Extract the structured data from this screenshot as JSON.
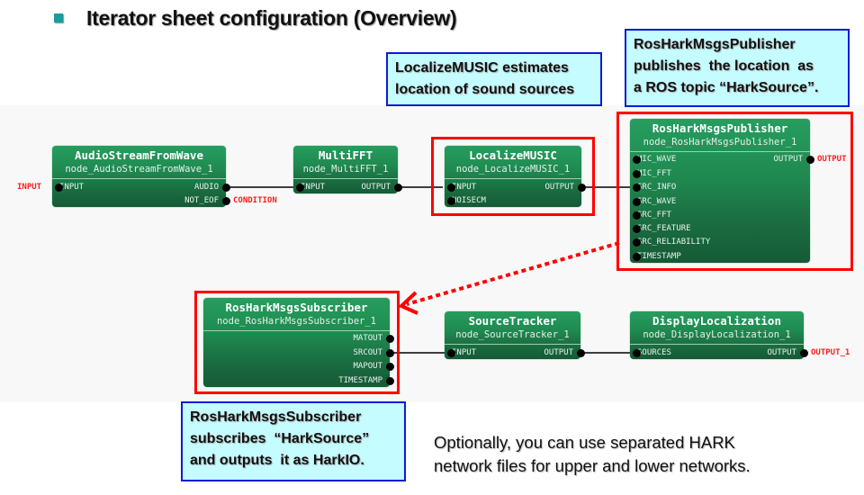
{
  "title": "Iterator sheet configuration (Overview)",
  "colors": {
    "bullet": "#1a9c9c",
    "node": "#1f8a50",
    "highlight": "#ff0000",
    "note_bg": "#c4fcff",
    "note_border": "#0a1cd8",
    "external_label": "#ff1a1a"
  },
  "nodes": {
    "audio": {
      "name": "AudioStreamFromWave",
      "id": "node_AudioStreamFromWave_1",
      "inputs": [
        "INPUT"
      ],
      "outputs": [
        "AUDIO",
        "NOT_EOF"
      ]
    },
    "fft": {
      "name": "MultiFFT",
      "id": "node_MultiFFT_1",
      "inputs": [
        "INPUT"
      ],
      "outputs": [
        "OUTPUT"
      ]
    },
    "music": {
      "name": "LocalizeMUSIC",
      "id": "node_LocalizeMUSIC_1",
      "inputs": [
        "INPUT",
        "NOISECM"
      ],
      "outputs": [
        "OUTPUT"
      ]
    },
    "pub": {
      "name": "RosHarkMsgsPublisher",
      "id": "node_RosHarkMsgsPublisher_1",
      "inputs": [
        "MIC_WAVE",
        "MIC_FFT",
        "SRC_INFO",
        "SRC_WAVE",
        "SRC_FFT",
        "SRC_FEATURE",
        "SRC_RELIABILITY",
        "TIMESTAMP"
      ],
      "outputs": [
        "OUTPUT"
      ]
    },
    "sub": {
      "name": "RosHarkMsgsSubscriber",
      "id": "node_RosHarkMsgsSubscriber_1",
      "inputs": [],
      "outputs": [
        "MATOUT",
        "SRCOUT",
        "MAPOUT",
        "TIMESTAMP"
      ]
    },
    "tracker": {
      "name": "SourceTracker",
      "id": "node_SourceTracker_1",
      "inputs": [
        "INPUT"
      ],
      "outputs": [
        "OUTPUT"
      ]
    },
    "display": {
      "name": "DisplayLocalization",
      "id": "node_DisplayLocalization_1",
      "inputs": [
        "SOURCES"
      ],
      "outputs": [
        "OUTPUT"
      ]
    }
  },
  "external": {
    "input": "INPUT",
    "condition": "CONDITION",
    "pub_output": "OUTPUT",
    "display_output": "OUTPUT_1"
  },
  "notes": {
    "music": [
      "LocalizeMUSIC estimates",
      "location of sound sources"
    ],
    "pub": [
      "RosHarkMsgsPublisher",
      "publishes  the location  as",
      "a ROS topic “HarkSource”."
    ],
    "sub": [
      "RosHarkMsgsSubscriber",
      "subscribes  “HarkSource”",
      "and outputs  it as HarkIO."
    ]
  },
  "footnote": [
    "Optionally, you can use separated HARK",
    "network files for upper and lower networks."
  ]
}
